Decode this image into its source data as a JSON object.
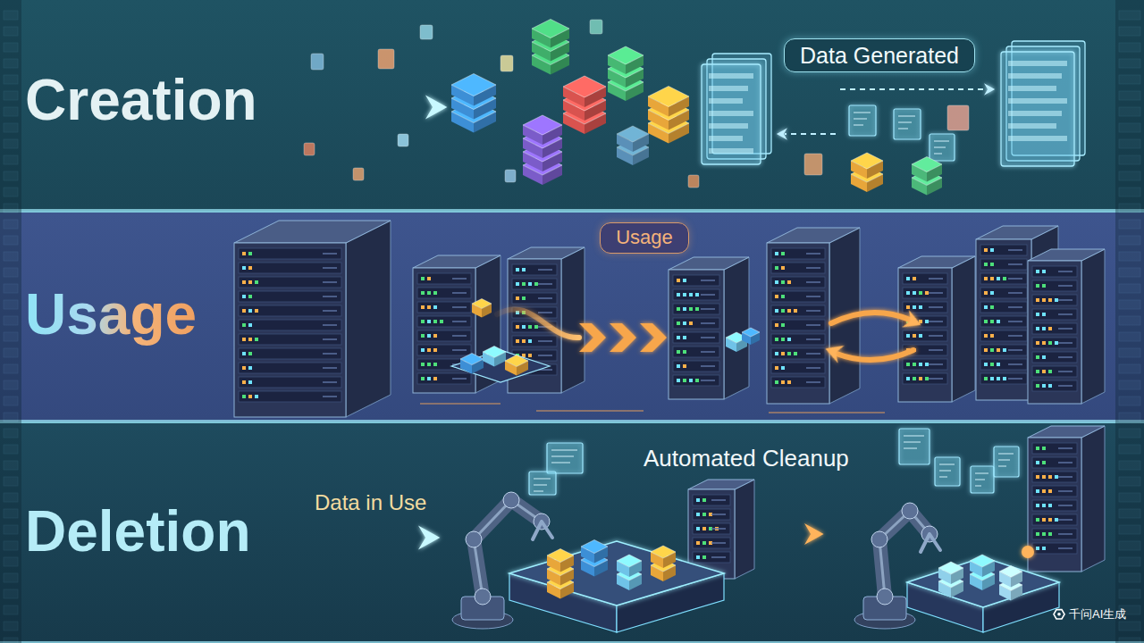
{
  "diagram": {
    "nodes": [
      {
        "text": [
          "Creation"
        ]
      },
      {
        "text": [
          "Data Generated"
        ],
        "in": 0
      },
      {
        "text": [
          "Usage"
        ]
      },
      {
        "text": [
          "Usage"
        ],
        "in": 2
      },
      {
        "text": [
          "Deletion"
        ]
      }
    ],
    "labels": [
      "Data in Use",
      "Automated Cleanup",
      "千问AI生成"
    ]
  }
}
